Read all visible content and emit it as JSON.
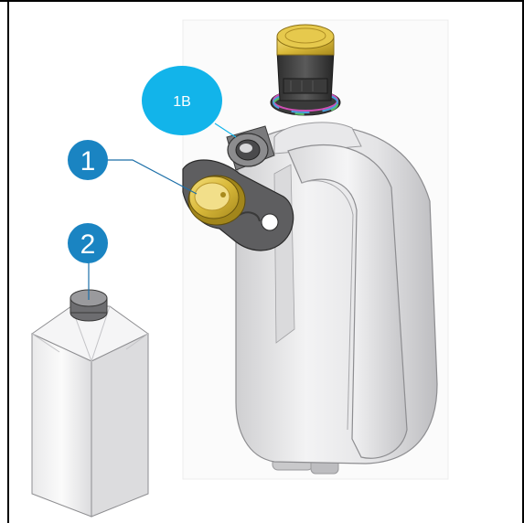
{
  "callouts": {
    "c1": "1",
    "c1b": "1B",
    "c2": "2"
  },
  "colors": {
    "callout_dark": "#1a84c2",
    "callout_light": "#12b4ea",
    "leader": "#1c6fa8"
  }
}
